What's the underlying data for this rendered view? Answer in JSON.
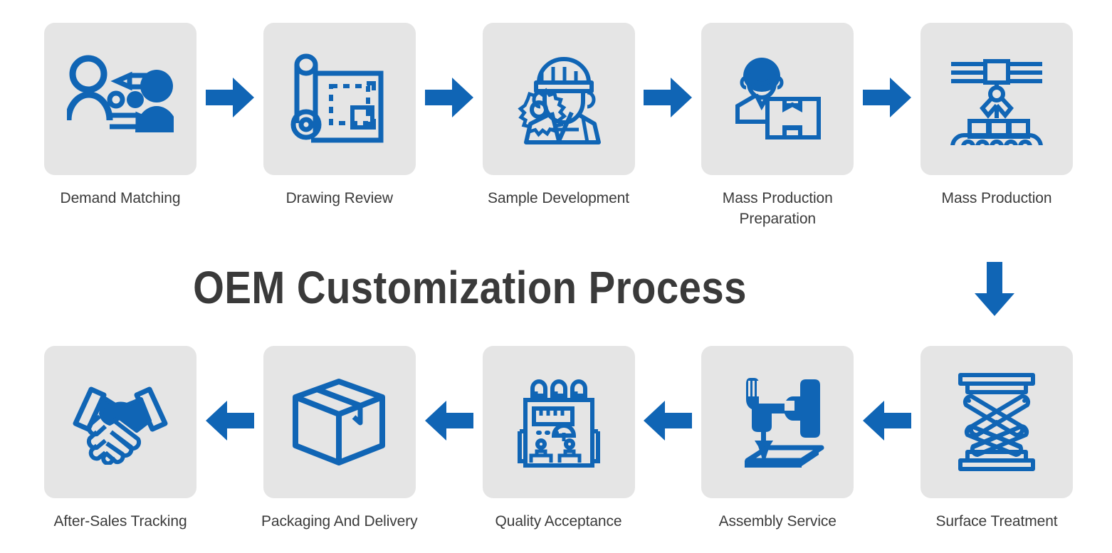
{
  "title": "OEM Customization Process",
  "colors": {
    "accent_blue": "#1065b5",
    "card_background": "#e5e5e5",
    "label_text": "#3b3b3b",
    "title_text": "#3a3a3a",
    "page_background": "#ffffff"
  },
  "top_row": {
    "flow_direction": "left-to-right",
    "steps": [
      {
        "label": "Demand Matching",
        "icon": "demand-matching-icon"
      },
      {
        "label": "Drawing Review",
        "icon": "drawing-review-icon"
      },
      {
        "label": "Sample Development",
        "icon": "sample-development-icon"
      },
      {
        "label": "Mass Production\nPreparation",
        "icon": "mass-production-preparation-icon"
      },
      {
        "label": "Mass Production",
        "icon": "mass-production-icon"
      }
    ],
    "connector_icon": "arrow-right-icon"
  },
  "vertical_connector": {
    "icon": "arrow-down-icon"
  },
  "bottom_row": {
    "flow_direction": "right-to-left",
    "steps": [
      {
        "label": "After-Sales Tracking",
        "icon": "handshake-icon"
      },
      {
        "label": "Packaging And Delivery",
        "icon": "package-box-icon"
      },
      {
        "label": "Quality Acceptance",
        "icon": "quality-inspection-icon"
      },
      {
        "label": "Assembly Service",
        "icon": "power-drill-icon"
      },
      {
        "label": "Surface Treatment",
        "icon": "scissor-lift-icon"
      }
    ],
    "connector_icon": "arrow-left-icon"
  }
}
